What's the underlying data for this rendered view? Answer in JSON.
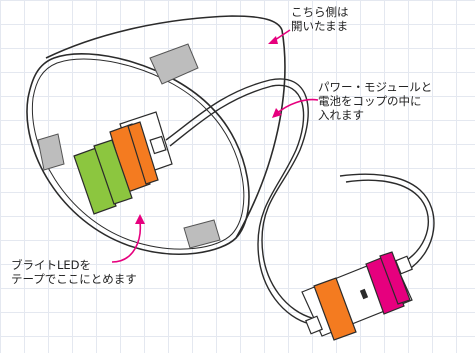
{
  "annotations": {
    "open_side": {
      "line1": "こちら側は",
      "line2": "開いたまま"
    },
    "power_module": {
      "line1": "パワー・モジュールと",
      "line2": "電池をコップの中に",
      "line3": "入れます"
    },
    "led": {
      "line1": "ブライトLEDを",
      "line2": "テープでここにとめます"
    }
  },
  "colors": {
    "outline": "#2b2b2b",
    "tape": "#bdbdbd",
    "arrow": "#e6007e",
    "bit_green": "#8cc63f",
    "bit_orange": "#f47b20",
    "bit_magenta": "#e6007e",
    "module_body": "#ffffff"
  },
  "icons": [
    "arrow-icon"
  ]
}
